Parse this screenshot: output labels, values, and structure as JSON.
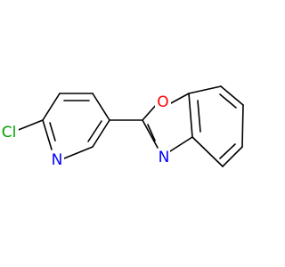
{
  "molecule": {
    "atoms": {
      "cl": {
        "label": "Cl",
        "color": "#00a000"
      },
      "n_pyridine": {
        "label": "N",
        "color": "#0000ff"
      },
      "n_oxazole": {
        "label": "N",
        "color": "#0000ff"
      },
      "o_oxazole": {
        "label": "O",
        "color": "#ff0000"
      }
    },
    "bond_color": "#000000",
    "background": "#ffffff"
  }
}
